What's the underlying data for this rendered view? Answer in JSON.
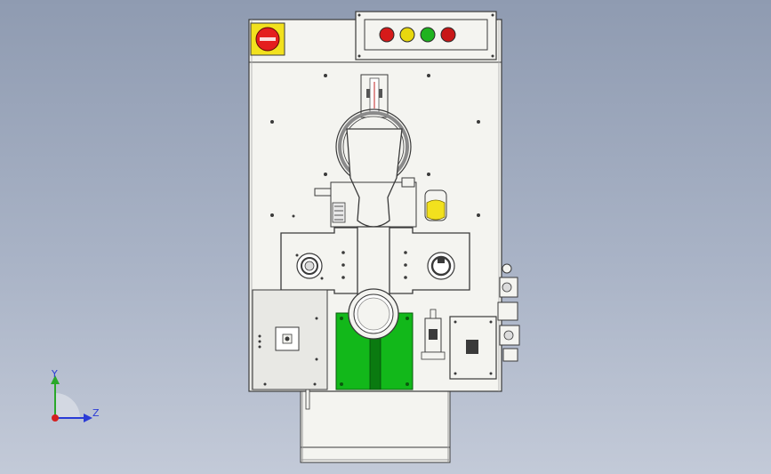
{
  "viewport": {
    "background_top": "#8f9bb1",
    "background_bottom": "#c3cad8"
  },
  "machine": {
    "panel_color": "#f4f4f0",
    "line_color": "#3a3a3a",
    "green_block_color": "#12b81a",
    "green_slot_color": "#0a7a10",
    "yellow_button_color": "#f2e11e",
    "estop_button_color": "#e41e1e"
  },
  "indicator_lights": [
    {
      "name": "red",
      "color": "#d61a1a"
    },
    {
      "name": "yellow",
      "color": "#e8d80f"
    },
    {
      "name": "green",
      "color": "#1fb31f"
    },
    {
      "name": "red",
      "color": "#c81818"
    }
  ],
  "axis_triad": {
    "y_label": "Y",
    "z_label": "Z",
    "y_color": "#2aa82a",
    "z_color": "#2a3bd6",
    "origin_color": "#d42020"
  }
}
